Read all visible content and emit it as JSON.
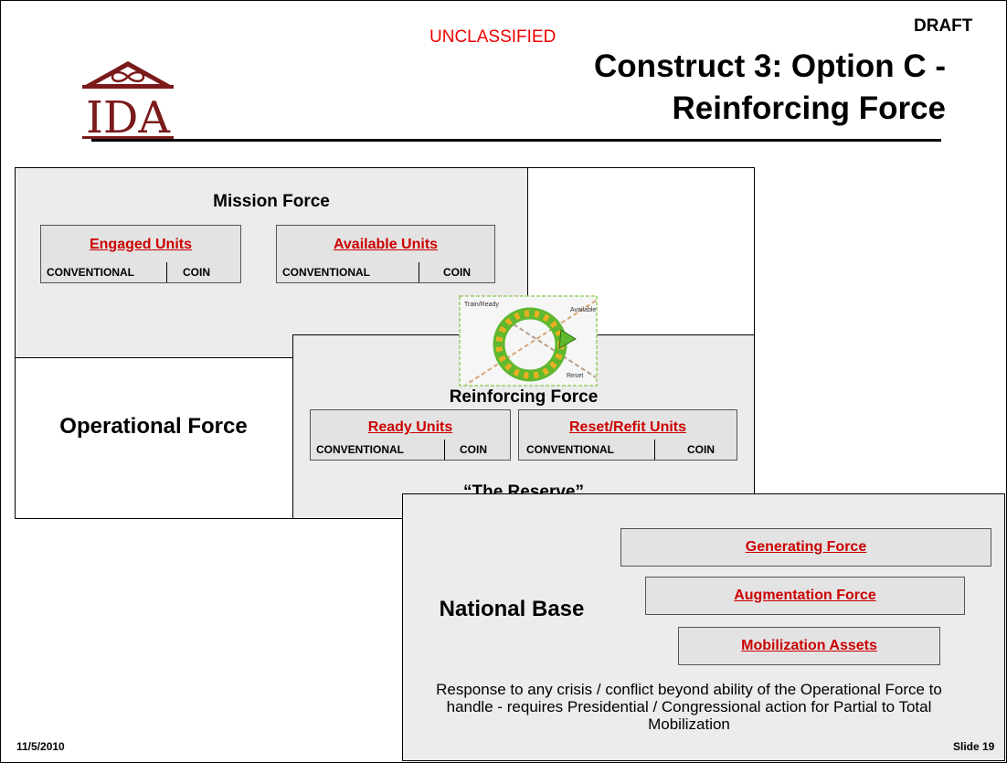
{
  "header": {
    "classification": "UNCLASSIFIED",
    "draft": "DRAFT",
    "title_line1": "Construct 3: Option C -",
    "title_line2": "Reinforcing Force",
    "logo_text": "IDA"
  },
  "mission_force": {
    "title": "Mission Force",
    "engaged": {
      "title": "Engaged Units",
      "left": "CONVENTIONAL",
      "right": "COIN"
    },
    "available": {
      "title": "Available Units",
      "left": "CONVENTIONAL",
      "right": "COIN"
    }
  },
  "operational_force": {
    "label": "Operational Force"
  },
  "reinforcing_force": {
    "title": "Reinforcing Force",
    "ready": {
      "title": "Ready Units",
      "left": "CONVENTIONAL",
      "right": "COIN"
    },
    "reset": {
      "title": "Reset/Refit Units",
      "left": "CONVENTIONAL",
      "right": "COIN"
    },
    "reserve": "“The Reserve”"
  },
  "cycle_graphic": {
    "labels": [
      "Train/Ready",
      "Available",
      "Reset"
    ],
    "colors": {
      "ring": "#5fb82e",
      "block": "#e8b020"
    }
  },
  "national_base": {
    "label": "National Base",
    "items": [
      "Generating Force",
      "Augmentation Force",
      "Mobilization Assets"
    ],
    "description": "Response to any crisis / conflict beyond ability of the Operational Force to handle - requires Presidential / Congressional action for Partial to Total Mobilization"
  },
  "footer": {
    "date": "11/5/2010",
    "slide": "Slide 19"
  },
  "colors": {
    "accent_red": "#cc0000",
    "logo_red": "#7a1a1a",
    "panel_grey": "#ececec"
  }
}
